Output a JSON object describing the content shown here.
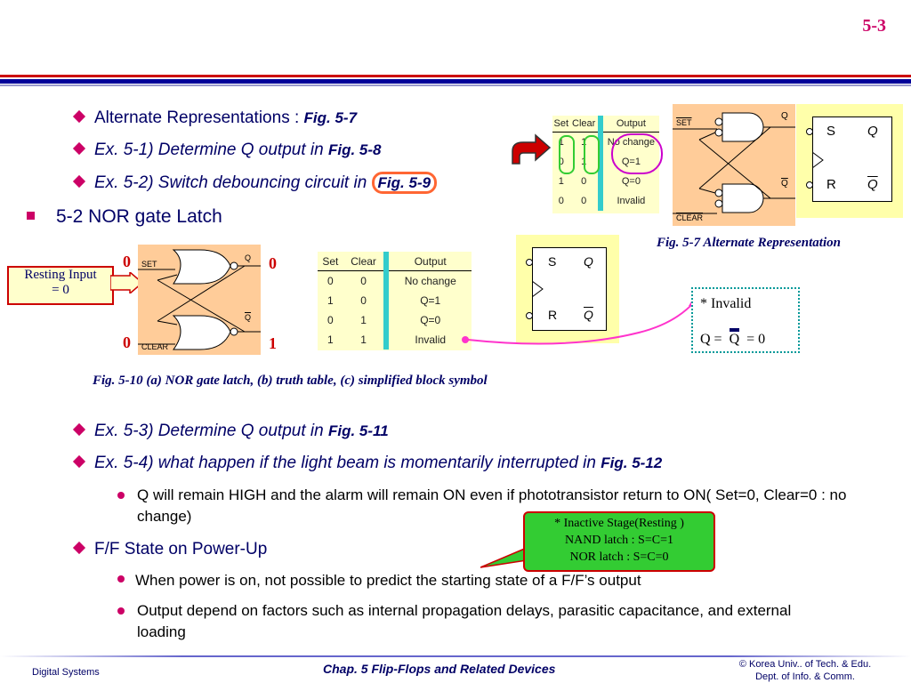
{
  "slide_number": "5-3",
  "bullets": {
    "b1": {
      "text": "Alternate Representations : ",
      "fig": "Fig. 5-7"
    },
    "b2": {
      "ex": "Ex. 5-1)",
      "text": " Determine Q output in ",
      "fig": "Fig. 5-8"
    },
    "b3": {
      "ex": "Ex. 5-2)",
      "text": " Switch debouncing circuit in ",
      "fig": "Fig. 5-9"
    },
    "section": "5-2  NOR gate Latch",
    "b4": {
      "ex": "Ex. 5-3)",
      "text": " Determine Q output in ",
      "fig": "Fig. 5-11"
    },
    "b5": {
      "ex": "Ex. 5-4)",
      "text": " what happen if the light beam is momentarily interrupted in ",
      "fig": "Fig. 5-12"
    },
    "s1": "Q will remain HIGH and the alarm will remain ON even if phototransistor return to ON( Set=0, Clear=0 : no change)",
    "b6": "F/F State on Power-Up",
    "s2": "When power is on, not possible to predict the starting state of a F/F’s output",
    "s3": "Output depend on factors such as internal propagation delays, parasitic capacitance, and external loading"
  },
  "fig57": {
    "caption": "Fig. 5-7  Alternate Representation",
    "headers": [
      "Set",
      "Clear",
      "Output"
    ],
    "rows": [
      [
        "1",
        "1",
        "No change"
      ],
      [
        "0",
        "1",
        "Q=1"
      ],
      [
        "1",
        "0",
        "Q=0"
      ],
      [
        "0",
        "0",
        "Invalid"
      ]
    ],
    "gate_set": "SET",
    "gate_clear": "CLEAR",
    "q": "Q",
    "qbar": "Q",
    "sym_s": "S",
    "sym_r": "R",
    "sym_q": "Q",
    "sym_qbar": "Q"
  },
  "fig510": {
    "caption": "Fig. 5-10   (a) NOR gate latch, (b) truth table,  (c) simplified block symbol",
    "headers": [
      "Set",
      "Clear",
      "Output"
    ],
    "rows": [
      [
        "0",
        "0",
        "No change"
      ],
      [
        "1",
        "0",
        "Q=1"
      ],
      [
        "0",
        "1",
        "Q=0"
      ],
      [
        "1",
        "1",
        "Invalid"
      ]
    ],
    "gate_set": "SET",
    "gate_clear": "CLEAR",
    "q": "Q",
    "qbar": "Q",
    "sym_s": "S",
    "sym_r": "R",
    "sym_q": "Q",
    "sym_qbar": "Q",
    "in_top": "0",
    "in_bottom": "0",
    "out_top": "0",
    "out_bottom": "1"
  },
  "resting_input": {
    "line1": "Resting Input",
    "line2": "= 0"
  },
  "invalid_box": {
    "line1": "* Invalid",
    "q": "Q =",
    "qbar": "Q",
    "eq": "=  0"
  },
  "inactive_box": {
    "line1": "* Inactive Stage(Resting )",
    "line2": "NAND latch : S=C=1",
    "line3": "NOR latch : S=C=0"
  },
  "footer": {
    "left": "Digital Systems",
    "center": "Chap. 5  Flip-Flops and Related Devices",
    "right1": "© Korea Univ.. of Tech. & Edu.",
    "right2": "Dept. of Info. & Comm."
  },
  "colors": {
    "accent": "#cc0066",
    "title_blue": "#000066",
    "rule_red": "#cc0000",
    "rule_blue": "#000099",
    "highlight_yellow": "#ffffcc",
    "box_green": "#33cc33"
  }
}
